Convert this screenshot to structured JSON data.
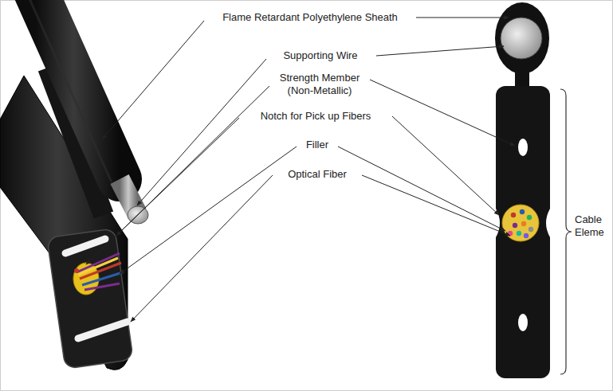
{
  "diagram": {
    "labels": [
      "Flame Retardant Polyethylene Sheath",
      "Supporting Wire",
      "Strength Member (Non-Metallic)",
      "Notch for Pick up Fibers",
      "Filler",
      "Optical Fiber",
      "Cable Eleme"
    ]
  }
}
